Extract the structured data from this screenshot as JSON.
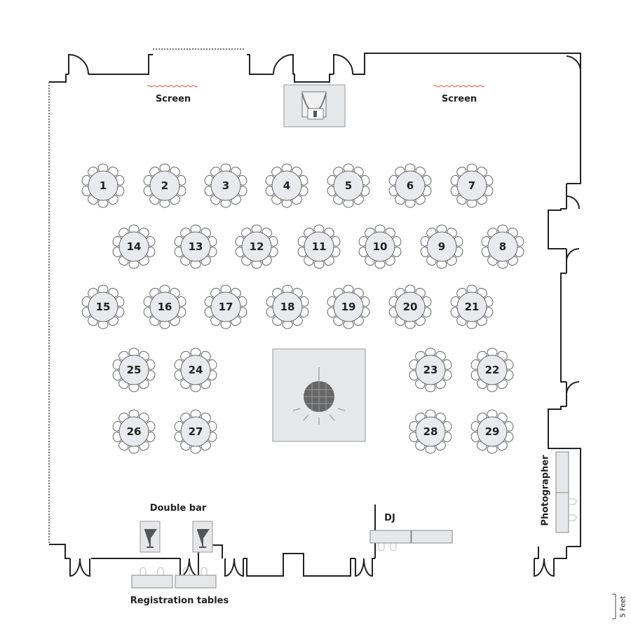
{
  "labels": {
    "screen_left": "Screen",
    "screen_right": "Screen",
    "double_bar": "Double bar",
    "dj": "DJ",
    "photographer": "Photographer",
    "registration": "Registration tables",
    "scale": "5 Feet"
  },
  "tables": [
    {
      "n": "1",
      "row": 0,
      "col": 0
    },
    {
      "n": "2",
      "row": 0,
      "col": 1
    },
    {
      "n": "3",
      "row": 0,
      "col": 2
    },
    {
      "n": "4",
      "row": 0,
      "col": 3
    },
    {
      "n": "5",
      "row": 0,
      "col": 4
    },
    {
      "n": "6",
      "row": 0,
      "col": 5
    },
    {
      "n": "7",
      "row": 0,
      "col": 6
    },
    {
      "n": "14",
      "row": 1,
      "col": 0
    },
    {
      "n": "13",
      "row": 1,
      "col": 1
    },
    {
      "n": "12",
      "row": 1,
      "col": 2
    },
    {
      "n": "11",
      "row": 1,
      "col": 3
    },
    {
      "n": "10",
      "row": 1,
      "col": 4
    },
    {
      "n": "9",
      "row": 1,
      "col": 5
    },
    {
      "n": "8",
      "row": 1,
      "col": 6
    },
    {
      "n": "15",
      "row": 2,
      "col": 0
    },
    {
      "n": "16",
      "row": 2,
      "col": 1
    },
    {
      "n": "17",
      "row": 2,
      "col": 2
    },
    {
      "n": "18",
      "row": 2,
      "col": 3
    },
    {
      "n": "19",
      "row": 2,
      "col": 4
    },
    {
      "n": "20",
      "row": 2,
      "col": 5
    },
    {
      "n": "21",
      "row": 2,
      "col": 6
    },
    {
      "n": "25",
      "row": 3,
      "col": 0
    },
    {
      "n": "24",
      "row": 3,
      "col": 1
    },
    {
      "n": "23",
      "row": 3,
      "col": 2
    },
    {
      "n": "22",
      "row": 3,
      "col": 3
    },
    {
      "n": "26",
      "row": 4,
      "col": 0
    },
    {
      "n": "27",
      "row": 4,
      "col": 1
    },
    {
      "n": "28",
      "row": 4,
      "col": 2
    },
    {
      "n": "29",
      "row": 4,
      "col": 3
    }
  ],
  "chairs_per_table": 10,
  "colors": {
    "wall": "#222222",
    "table_fill": "#e8eaed",
    "screen": "#d9534f",
    "object_fill": "#e6e7e9"
  }
}
